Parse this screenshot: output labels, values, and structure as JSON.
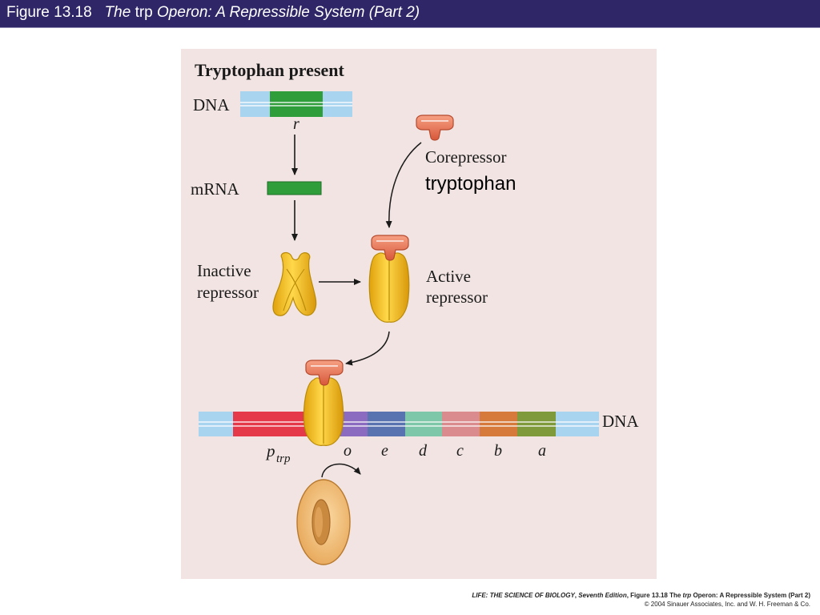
{
  "header": {
    "figure_label": "Figure 13.18",
    "title_italic_a": "The",
    "title_plain": "trp",
    "title_italic_b": "Operon: A Repressible System (Part 2)"
  },
  "diagram": {
    "heading": "Tryptophan present",
    "dna_label_top": "DNA",
    "gene_r": "r",
    "mrna_label": "mRNA",
    "corepressor_label": "Corepressor",
    "tryptophan_label": "tryptophan",
    "inactive_label_1": "Inactive",
    "inactive_label_2": "repressor",
    "active_label_1": "Active",
    "active_label_2": "repressor",
    "dna_label_bottom": "DNA",
    "promoter_p": "p",
    "promoter_sub": "trp",
    "operator": "o",
    "gene_e": "e",
    "gene_d": "d",
    "gene_c": "c",
    "gene_b": "b",
    "gene_a": "a",
    "colors": {
      "dna_blue": "#a9d4ef",
      "gene_green": "#2f9e3a",
      "repressor": "#f2c21b",
      "corepressor": "#f07a54",
      "promoter": "#e5394a",
      "operator": "#8b6bbf",
      "e": "#5873b0",
      "d": "#7fc7a9",
      "c": "#d98b8e",
      "b": "#d67a3c",
      "a": "#7f9a3b",
      "rna_polymerase": "#f4c27c"
    }
  },
  "credit": {
    "book_italic": "LIFE: THE SCIENCE OF BIOLOGY",
    "edition_italic": "Seventh Edition",
    "fig_ref": "Figure 13.18 The",
    "trp": "trp",
    "fig_title": "Operon: A Repressible System (Part 2)",
    "copyright": "© 2004 Sinauer Associates, Inc. and W. H. Freeman & Co."
  }
}
